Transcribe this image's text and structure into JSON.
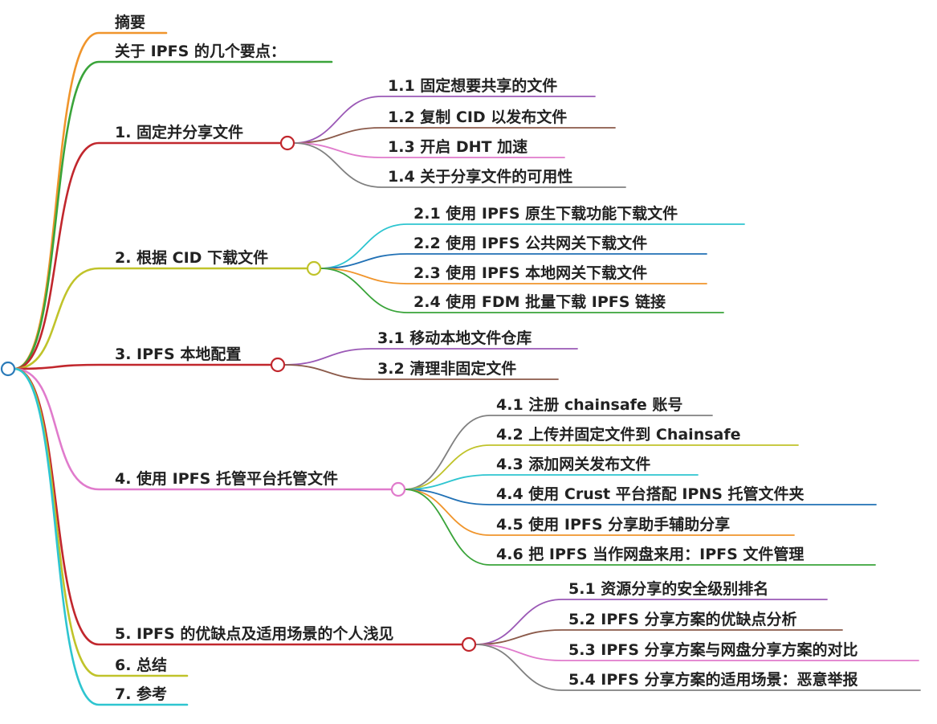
{
  "colors": {
    "orange": "#f0952c",
    "green": "#3aa43a",
    "red": "#c1272d",
    "olive": "#c0c32a",
    "pink": "#e07bcc",
    "cyan": "#2ec5d0",
    "purple": "#9b59b6",
    "brown": "#8b5a4a",
    "gray": "#808080",
    "blue": "#2171b5",
    "root": "#2b7bb9"
  },
  "nodes": [
    {
      "id": "n-abstract",
      "label": "摘要",
      "color": "orange",
      "children": []
    },
    {
      "id": "n-points",
      "label": "关于 IPFS 的几个要点：",
      "color": "green",
      "children": []
    },
    {
      "id": "n-1",
      "label": "1. 固定并分享文件",
      "color": "red",
      "children": [
        {
          "id": "n-1-1",
          "label": "1.1 固定想要共享的文件",
          "color": "purple"
        },
        {
          "id": "n-1-2",
          "label": "1.2 复制 CID 以发布文件",
          "color": "brown"
        },
        {
          "id": "n-1-3",
          "label": "1.3 开启 DHT 加速",
          "color": "pink"
        },
        {
          "id": "n-1-4",
          "label": "1.4 关于分享文件的可用性",
          "color": "gray"
        }
      ]
    },
    {
      "id": "n-2",
      "label": "2. 根据 CID 下载文件",
      "color": "olive",
      "children": [
        {
          "id": "n-2-1",
          "label": "2.1 使用 IPFS 原生下载功能下载文件",
          "color": "cyan"
        },
        {
          "id": "n-2-2",
          "label": "2.2 使用 IPFS 公共网关下载文件",
          "color": "blue"
        },
        {
          "id": "n-2-3",
          "label": "2.3 使用 IPFS 本地网关下载文件",
          "color": "orange"
        },
        {
          "id": "n-2-4",
          "label": "2.4 使用 FDM 批量下载 IPFS 链接",
          "color": "green"
        }
      ]
    },
    {
      "id": "n-3",
      "label": "3. IPFS 本地配置",
      "color": "red",
      "children": [
        {
          "id": "n-3-1",
          "label": "3.1 移动本地文件仓库",
          "color": "purple"
        },
        {
          "id": "n-3-2",
          "label": "3.2 清理非固定文件",
          "color": "brown"
        }
      ]
    },
    {
      "id": "n-4",
      "label": "4. 使用 IPFS 托管平台托管文件",
      "color": "pink",
      "children": [
        {
          "id": "n-4-1",
          "label": "4.1 注册 chainsafe 账号",
          "color": "gray"
        },
        {
          "id": "n-4-2",
          "label": "4.2 上传并固定文件到 Chainsafe",
          "color": "olive"
        },
        {
          "id": "n-4-3",
          "label": "4.3 添加网关发布文件",
          "color": "cyan"
        },
        {
          "id": "n-4-4",
          "label": "4.4 使用 Crust 平台搭配 IPNS 托管文件夹",
          "color": "blue"
        },
        {
          "id": "n-4-5",
          "label": "4.5 使用 IPFS 分享助手辅助分享",
          "color": "orange"
        },
        {
          "id": "n-4-6",
          "label": "4.6 把 IPFS 当作网盘来用：IPFS 文件管理",
          "color": "green"
        }
      ]
    },
    {
      "id": "n-5",
      "label": "5. IPFS 的优缺点及适用场景的个人浅见",
      "color": "red",
      "children": [
        {
          "id": "n-5-1",
          "label": "5.1 资源分享的安全级别排名",
          "color": "purple"
        },
        {
          "id": "n-5-2",
          "label": "5.2 IPFS 分享方案的优缺点分析",
          "color": "brown"
        },
        {
          "id": "n-5-3",
          "label": "5.3 IPFS 分享方案与网盘分享方案的对比",
          "color": "pink"
        },
        {
          "id": "n-5-4",
          "label": "5.4 IPFS 分享方案的适用场景：恶意举报",
          "color": "gray"
        }
      ]
    },
    {
      "id": "n-6",
      "label": "6. 总结",
      "color": "olive",
      "children": []
    },
    {
      "id": "n-7",
      "label": "7. 参考",
      "color": "cyan",
      "children": []
    }
  ]
}
